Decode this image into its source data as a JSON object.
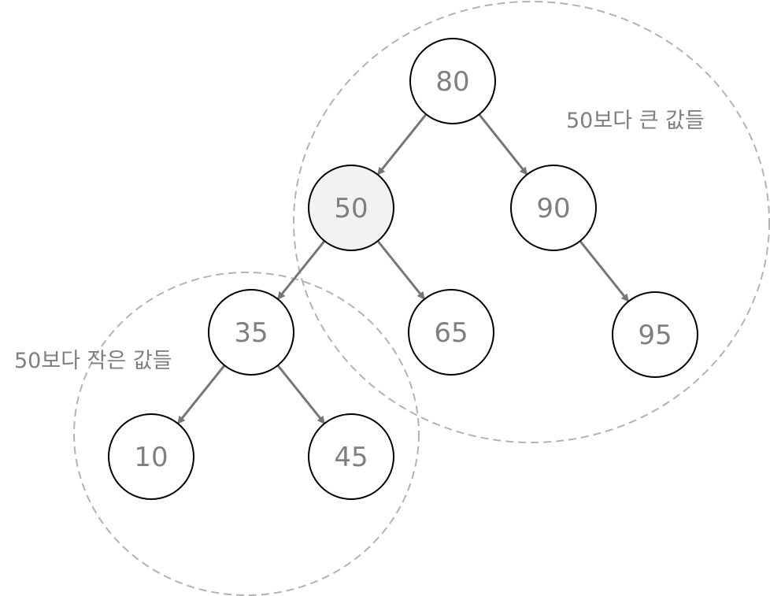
{
  "diagram": {
    "nodes": [
      {
        "id": "n80",
        "label": "80",
        "highlighted": false
      },
      {
        "id": "n50",
        "label": "50",
        "highlighted": true
      },
      {
        "id": "n90",
        "label": "90",
        "highlighted": false
      },
      {
        "id": "n35",
        "label": "35",
        "highlighted": false
      },
      {
        "id": "n65",
        "label": "65",
        "highlighted": false
      },
      {
        "id": "n95",
        "label": "95",
        "highlighted": false
      },
      {
        "id": "n10",
        "label": "10",
        "highlighted": false
      },
      {
        "id": "n45",
        "label": "45",
        "highlighted": false
      }
    ],
    "edges": [
      {
        "from": "n80",
        "to": "n50"
      },
      {
        "from": "n80",
        "to": "n90"
      },
      {
        "from": "n50",
        "to": "n35"
      },
      {
        "from": "n50",
        "to": "n65"
      },
      {
        "from": "n90",
        "to": "n95"
      },
      {
        "from": "n35",
        "to": "n10"
      },
      {
        "from": "n35",
        "to": "n45"
      }
    ],
    "groups": [
      {
        "id": "greater",
        "label": "50보다 큰 값들"
      },
      {
        "id": "less",
        "label": "50보다 작은 값들"
      }
    ],
    "colors": {
      "node_fill": "#ffffff",
      "node_highlight_fill": "#f2f2f2",
      "node_stroke": "#000000",
      "edge": "#767676",
      "group_outline": "#b3b3b3",
      "text": "#7f7f7f"
    }
  }
}
